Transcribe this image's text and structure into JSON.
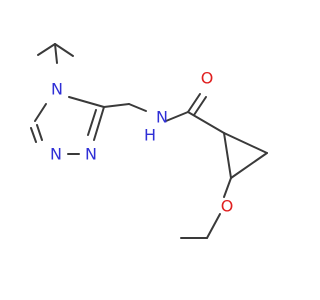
{
  "colors": {
    "background": "#ffffff",
    "bond": "#3a3a3a",
    "nitrogen": "#2f2fd6",
    "oxygen": "#e01f1f"
  },
  "atoms": {
    "ring_n4": "N",
    "ring_n1": "N",
    "ring_n2": "N",
    "amide_nh": "N",
    "amide_h": "H",
    "carbonyl_o": "O",
    "ether_o": "O"
  }
}
